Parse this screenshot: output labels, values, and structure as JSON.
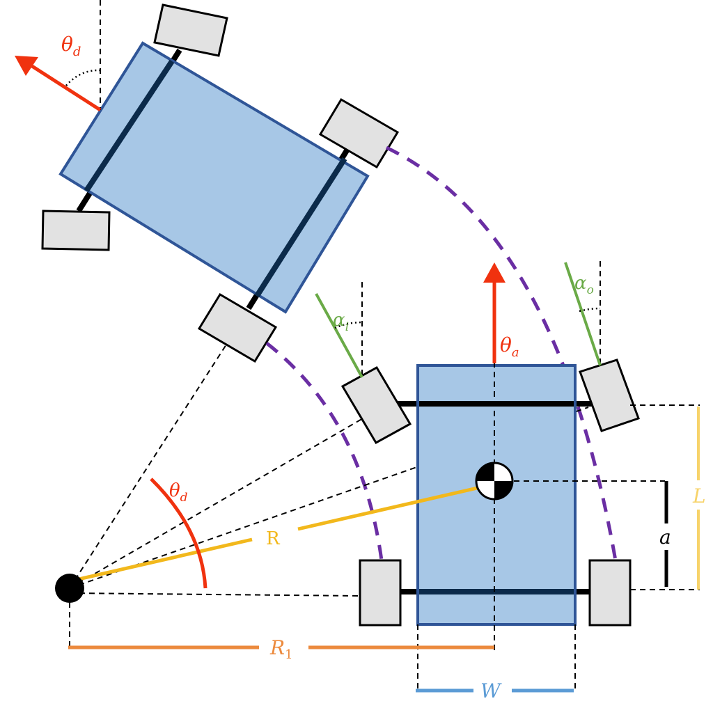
{
  "title": "Ackermann steering geometry",
  "colors": {
    "body_fill": "#a7c7e6",
    "body_stroke": "#2f5597",
    "axle_dark": "#0b2a4a",
    "wheel_fill": "#e2e2e2",
    "heading": "#f0320f",
    "steer": "#6aaa47",
    "radius": "#f2b81c",
    "r1": "#ec8a3d",
    "width": "#5b9bd5",
    "length": "#f7d36a",
    "path": "#6a2ea3"
  },
  "labels": {
    "theta_d_top": {
      "base": "θ",
      "sub": "d"
    },
    "theta_d_arc": {
      "base": "θ",
      "sub": "d"
    },
    "theta_a": {
      "base": "θ",
      "sub": "a"
    },
    "alpha_i": {
      "base": "α",
      "sub": "i"
    },
    "alpha_o": {
      "base": "α",
      "sub": "o"
    },
    "R": "R",
    "R1": {
      "base": "R",
      "sub": "1"
    },
    "W": "W",
    "L": "L",
    "a": "a"
  }
}
